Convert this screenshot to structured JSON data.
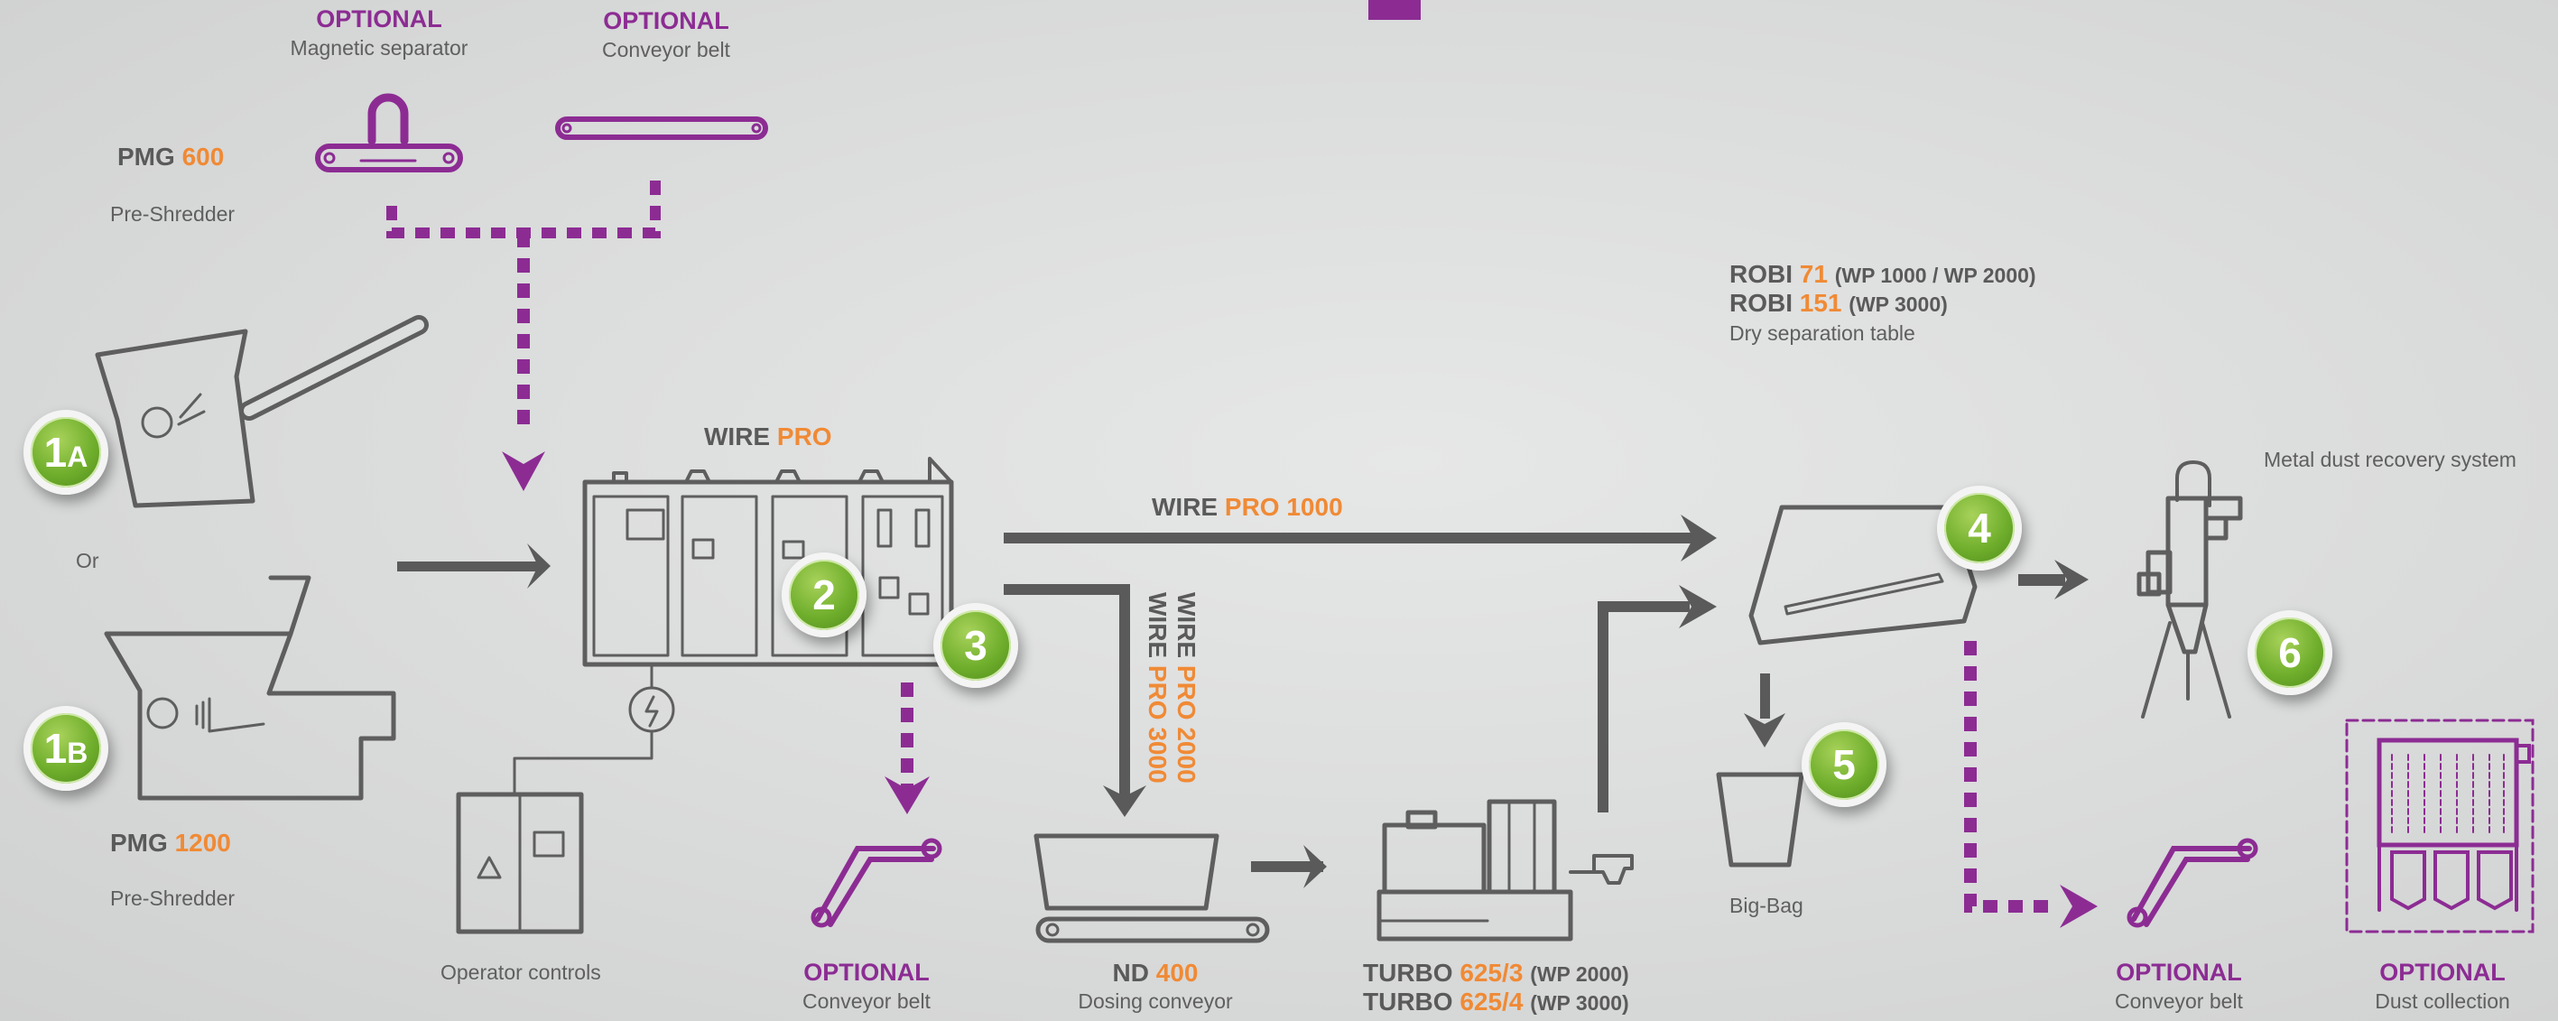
{
  "colors": {
    "gray": "#5a5a5a",
    "orange": "#f08a35",
    "purple": "#8c2c93",
    "green": "#6fae2c"
  },
  "optional_magnetic": {
    "tag": "OPTIONAL",
    "desc": "Magnetic separator"
  },
  "optional_conveyor_top": {
    "tag": "OPTIONAL",
    "desc": "Conveyor belt"
  },
  "pmg600": {
    "brand": "PMG",
    "model": "600",
    "desc": "Pre-Shredder"
  },
  "or_label": "Or",
  "pmg1200": {
    "brand": "PMG",
    "model": "1200",
    "desc": "Pre-Shredder"
  },
  "wirepro": {
    "brand": "WIRE",
    "model": "PRO"
  },
  "wirepro1000": {
    "brand": "WIRE",
    "model": "PRO 1000"
  },
  "wirepro2000": {
    "brand": "WIRE",
    "model": "PRO 2000"
  },
  "wirepro3000": {
    "brand": "WIRE",
    "model": "PRO 3000"
  },
  "operator_controls": "Operator controls",
  "optional_conveyor_3": {
    "tag": "OPTIONAL",
    "desc": "Conveyor belt"
  },
  "nd400": {
    "brand": "ND",
    "model": "400",
    "desc": "Dosing conveyor"
  },
  "turbo": [
    {
      "brand": "TURBO",
      "model": "625/3",
      "note": "(WP 2000)"
    },
    {
      "brand": "TURBO",
      "model": "625/4",
      "note": "(WP 3000)"
    }
  ],
  "robi": [
    {
      "brand": "ROBI",
      "model": "71",
      "note": "(WP 1000 / WP 2000)"
    },
    {
      "brand": "ROBI",
      "model": "151",
      "note": "(WP 3000)"
    }
  ],
  "robi_desc": "Dry separation table",
  "big_bag": "Big-Bag",
  "metal_dust": "Metal dust recovery system",
  "optional_conveyor_4": {
    "tag": "OPTIONAL",
    "desc": "Conveyor belt"
  },
  "optional_dust": {
    "tag": "OPTIONAL",
    "desc": "Dust collection"
  },
  "badges": {
    "b1a": "1",
    "b1a_sub": "A",
    "b1b": "1",
    "b1b_sub": "B",
    "b2": "2",
    "b3": "3",
    "b4": "4",
    "b5": "5",
    "b6": "6"
  }
}
